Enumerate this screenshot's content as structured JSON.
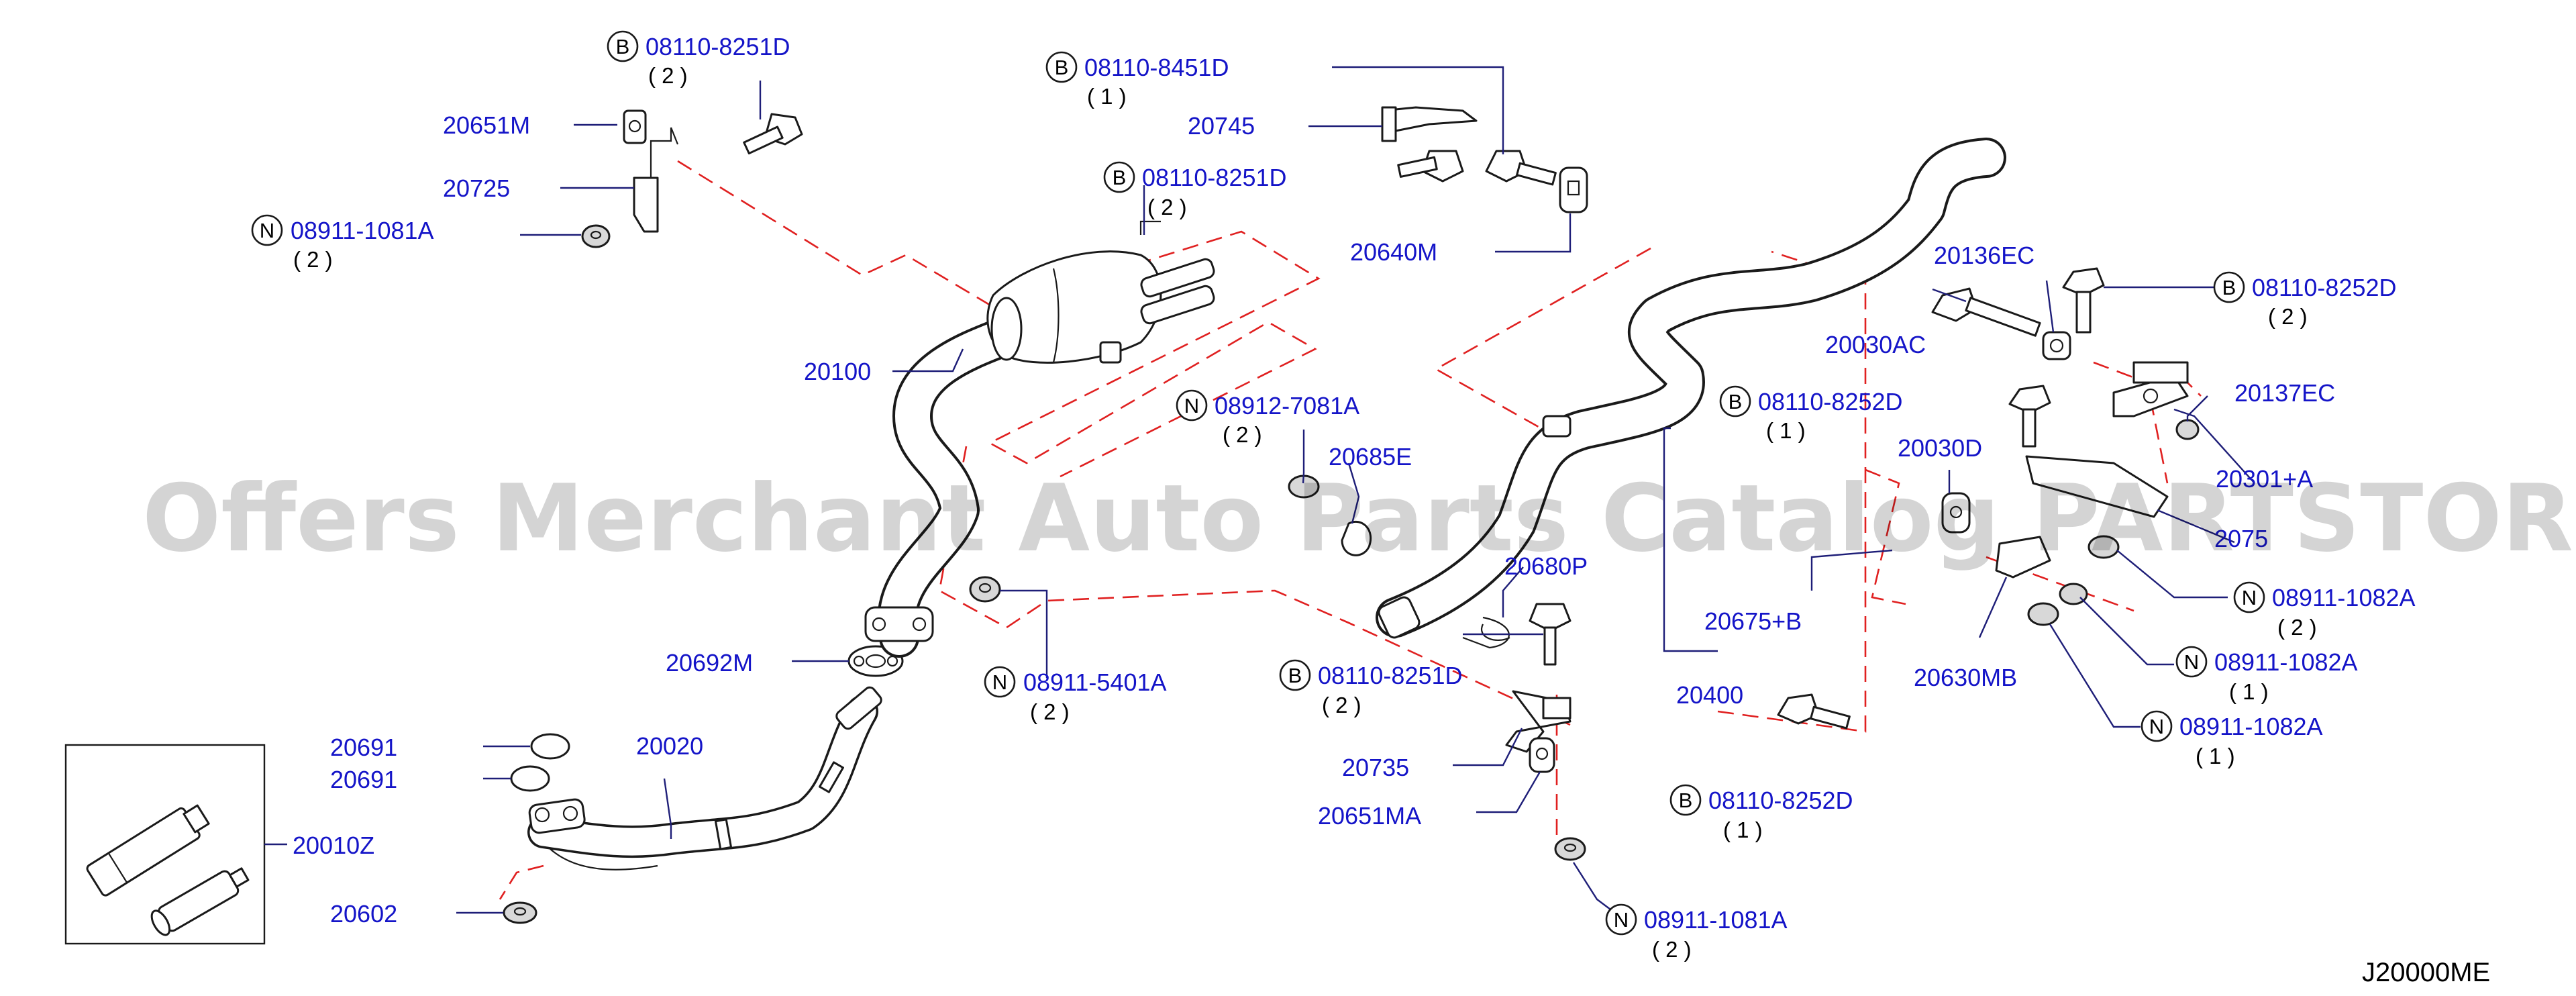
{
  "watermark": "Offers Merchant Auto Parts Catalog PARTSTORE.SA",
  "diagram_code": "J20000ME",
  "callouts": {
    "p20651M": "20651M",
    "p20725": "20725",
    "p20100": "20100",
    "p20745": "20745",
    "p20640M": "20640M",
    "p20136EC": "20136EC",
    "p20030AC": "20030AC",
    "p20137EC": "20137EC",
    "p20301A": "20301+A",
    "p2075x": "2075",
    "p20030D": "20030D",
    "p20675B": "20675+B",
    "p20400": "20400",
    "p20630MB": "20630MB",
    "p20685E": "20685E",
    "p20680P": "20680P",
    "p20692M": "20692M",
    "p20691a": "20691",
    "p20691b": "20691",
    "p20020": "20020",
    "p20010Z": "20010Z",
    "p20602": "20602",
    "p20735": "20735",
    "p20651MA": "20651MA"
  },
  "fasteners": [
    {
      "prefix": "B",
      "part": "08110-8251D",
      "qty": "( 2 )"
    },
    {
      "prefix": "N",
      "part": "08911-1081A",
      "qty": "( 2 )"
    },
    {
      "prefix": "B",
      "part": "08110-8451D",
      "qty": "( 1 )"
    },
    {
      "prefix": "B",
      "part": "08110-8251D",
      "qty": "( 2 )"
    },
    {
      "prefix": "B",
      "part": "08110-8252D",
      "qty": "( 2 )"
    },
    {
      "prefix": "B",
      "part": "08110-8252D",
      "qty": "( 1 )"
    },
    {
      "prefix": "N",
      "part": "08912-7081A",
      "qty": "( 2 )"
    },
    {
      "prefix": "N",
      "part": "08911-1082A",
      "qty": "( 2 )"
    },
    {
      "prefix": "N",
      "part": "08911-1082A",
      "qty": "( 1 )"
    },
    {
      "prefix": "N",
      "part": "08911-1082A",
      "qty": "( 1 )"
    },
    {
      "prefix": "N",
      "part": "08911-5401A",
      "qty": "( 2 )"
    },
    {
      "prefix": "B",
      "part": "08110-8251D",
      "qty": "( 2 )"
    },
    {
      "prefix": "B",
      "part": "08110-8252D",
      "qty": "( 1 )"
    },
    {
      "prefix": "N",
      "part": "08911-1081A",
      "qty": "( 2 )"
    }
  ]
}
